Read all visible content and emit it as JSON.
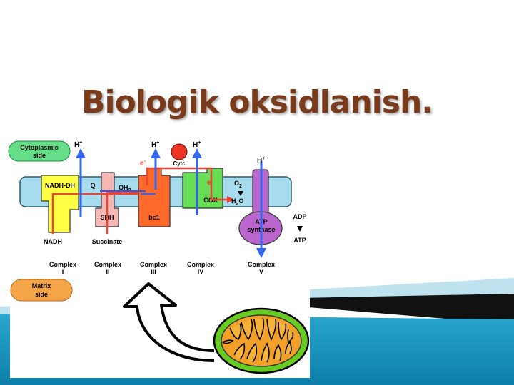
{
  "slide": {
    "title": "Biologik oksidlanish.",
    "title_color": "#7a3b1c"
  },
  "diagram": {
    "sides": {
      "cytoplasmic": [
        "Cytoplasmic",
        "side"
      ],
      "matrix": [
        "Matrix",
        "side"
      ]
    },
    "proton": "H",
    "proton_charge": "+",
    "electron": "e",
    "electron_charge": "-",
    "complex_labels": {
      "nadh_dh": "NADH-DH",
      "q": "Q",
      "qh2": "QH",
      "qh2_sub": "2",
      "sdh": "SDH",
      "bc1": "bc1",
      "cytc": "Cytc",
      "cox": "COX",
      "atp_synthase": [
        "ATP",
        "synthase"
      ]
    },
    "substrates": {
      "nadh": "NADH",
      "succinate": "Succinate",
      "o2": "O",
      "o2_sub": "2",
      "h2o_h": "H",
      "h2o_sub": "2",
      "h2o_o": "O",
      "adp": "ADP",
      "atp": "ATP"
    },
    "complex_names": [
      {
        "word": "Complex",
        "numeral": "I"
      },
      {
        "word": "Complex",
        "numeral": "II"
      },
      {
        "word": "Complex",
        "numeral": "III"
      },
      {
        "word": "Complex",
        "numeral": "IV"
      },
      {
        "word": "Complex",
        "numeral": "V"
      }
    ],
    "colors": {
      "membrane": "#a7dcef",
      "side_badge_cytoplasmic": "#66dd88",
      "side_badge_matrix": "#f5a447",
      "complex_I": "#ffff44",
      "complex_II": "#f7b7b4",
      "complex_III": "#ff6a2a",
      "complex_IV": "#66dd55",
      "complex_V": "#bb66cc",
      "cytc": "#ee3322",
      "proton_arrow": "#3366ee",
      "electron_path": "#ee4433",
      "mito_outer": "#66cc22",
      "mito_cristae": "#f2a028",
      "slide_accent": "#1f9ac4"
    }
  }
}
